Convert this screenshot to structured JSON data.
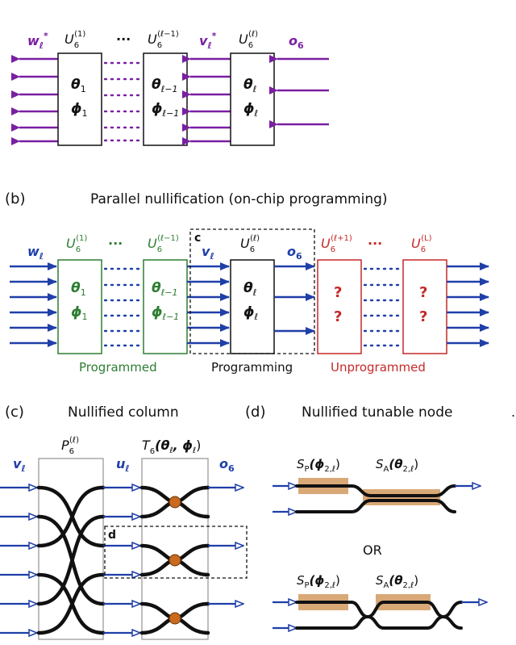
{
  "colors": {
    "purple": "#7a1fa2",
    "blue": "#1f3fa8",
    "green": "#2e7d32",
    "red": "#c62828",
    "black": "#111111",
    "tan": "#c99a6b",
    "node": "#c96a1e",
    "gray": "#9a9a9a"
  },
  "panel_a": {
    "u_first": "U",
    "u_first_sub": "6",
    "u_first_sup": "(1)",
    "u_prev_sup": "(ℓ−1)",
    "u_curr_sup": "(ℓ)",
    "dots": "···",
    "w_label": "w",
    "w_sub": "ℓ",
    "w_sup": "*",
    "v_label": "v",
    "v_sub": "ℓ",
    "v_sup": "*",
    "o_label": "o",
    "o_sub": "6",
    "box1_theta": "θ",
    "box1_sub": "1",
    "box2_sub": "ℓ−1",
    "box3_sub": "ℓ",
    "phi": "ϕ"
  },
  "panel_b": {
    "tag": "(b)",
    "title": "Parallel nullification (on-chip programming)",
    "u_l1_sup": "(ℓ+1)",
    "u_L_sup": "(L)",
    "c_tag": "c",
    "q": "?",
    "programmed": "Programmed",
    "programming": "Programming",
    "unprogrammed": "Unprogrammed"
  },
  "panel_c": {
    "tag": "(c)",
    "title": "Nullified column",
    "p_label": "P",
    "t_label": "T",
    "t_args": "(θ",
    "u_label": "u",
    "d_tag": "d"
  },
  "panel_d": {
    "tag": "(d)",
    "title": "Nullified tunable node",
    "sp": "S",
    "sp_sub": "P",
    "sp_arg": "(ϕ",
    "sa": "S",
    "sa_sub": "A",
    "sa_arg": "(θ",
    "arg_sub": "2,ℓ",
    "or": "OR"
  }
}
